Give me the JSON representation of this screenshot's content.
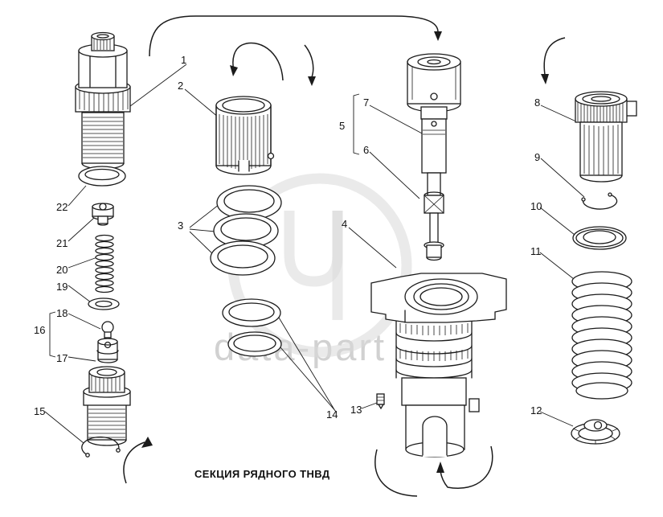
{
  "caption": "СЕКЦИЯ РЯДНОГО ТНВД",
  "watermark": "data-part",
  "callouts": {
    "c1": "1",
    "c2": "2",
    "c3": "3",
    "c4": "4",
    "c5": "5",
    "c6": "6",
    "c7": "7",
    "c8": "8",
    "c9": "9",
    "c10": "10",
    "c11": "11",
    "c12": "12",
    "c13": "13",
    "c14": "14",
    "c15": "15",
    "c16": "16",
    "c17": "17",
    "c18": "18",
    "c19": "19",
    "c20": "20",
    "c21": "21",
    "c22": "22"
  }
}
